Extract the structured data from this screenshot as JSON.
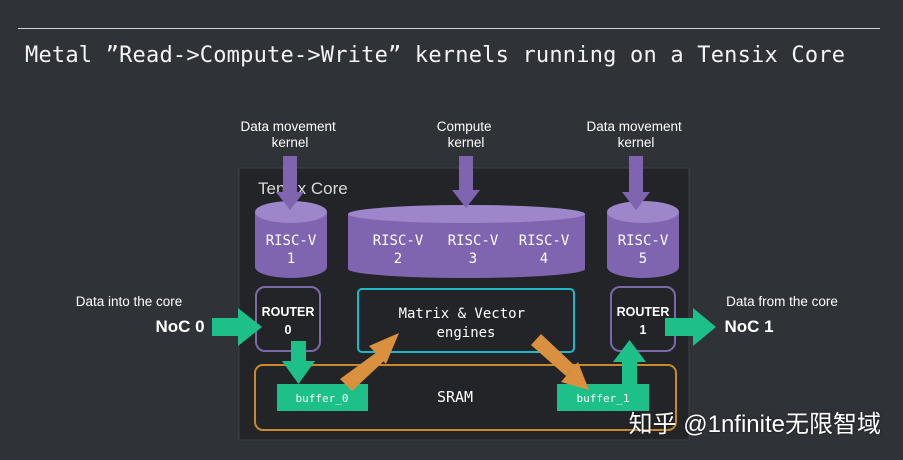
{
  "title": "Metal ”Read->Compute->Write” kernels running on a Tensix Core",
  "kernel_labels": {
    "left": [
      "Data movement",
      "kernel"
    ],
    "center": [
      "Compute",
      "kernel"
    ],
    "right": [
      "Data movement",
      "kernel"
    ]
  },
  "core_label": "Tensix Core",
  "riscv": [
    {
      "name": "RISC-V",
      "num": "1"
    },
    {
      "name": "RISC-V",
      "num": "2"
    },
    {
      "name": "RISC-V",
      "num": "3"
    },
    {
      "name": "RISC-V",
      "num": "4"
    },
    {
      "name": "RISC-V",
      "num": "5"
    }
  ],
  "routers": [
    {
      "name": "ROUTER",
      "num": "0"
    },
    {
      "name": "ROUTER",
      "num": "1"
    }
  ],
  "engine_label": [
    "Matrix & Vector",
    "engines"
  ],
  "sram_label": "SRAM",
  "buffers": [
    "buffer_0",
    "buffer_1"
  ],
  "io": {
    "in_caption": "Data into the core",
    "in_noc": "NoC 0",
    "out_caption": "Data from the core",
    "out_noc": "NoC 1"
  },
  "watermark": "知乎 @1nfinite无限智域",
  "colors": {
    "background": "#2f3237",
    "core_fill": "#232427",
    "kernel_purple": "#7f64b0",
    "noc_green": "#1ec089",
    "compute_orange": "#d9913f",
    "sram_border": "#c98a2e",
    "engine_border": "#1fb8c9",
    "router_border": "#7b6aa8"
  }
}
